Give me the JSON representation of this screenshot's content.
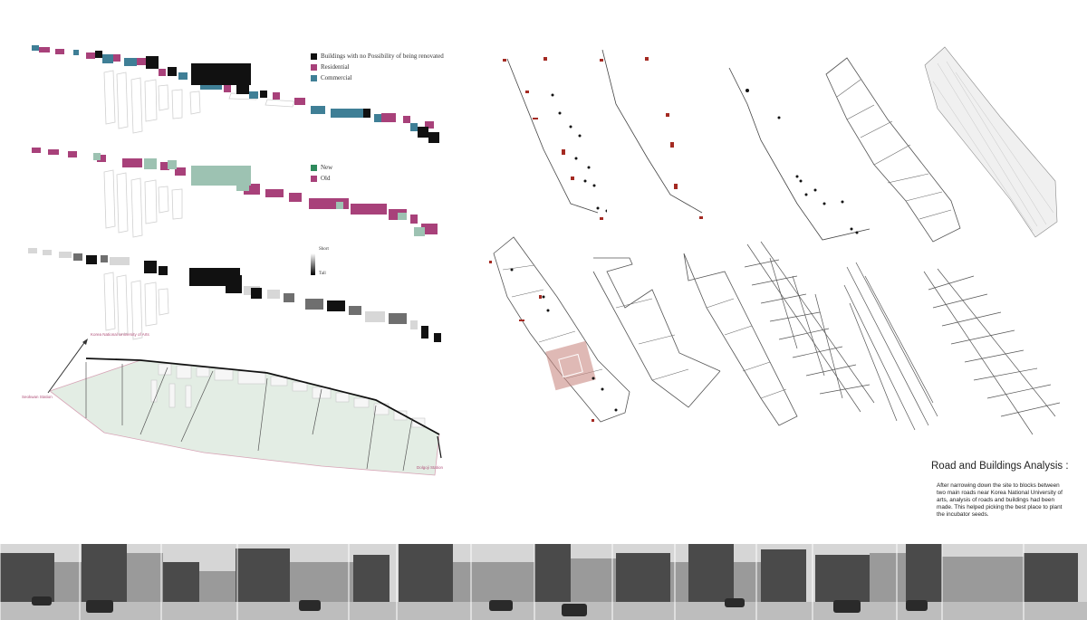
{
  "legend_type": {
    "items": [
      {
        "label": "Buildings with no  Possibility of being renovated",
        "color": "#111111"
      },
      {
        "label": "Residential",
        "color": "#a8417a"
      },
      {
        "label": "Commercial",
        "color": "#3f7f96"
      }
    ]
  },
  "legend_age": {
    "items": [
      {
        "label": "New",
        "color": "#2e8a5c"
      },
      {
        "label": "Old",
        "color": "#a8417a"
      }
    ]
  },
  "legend_height": {
    "top": "Short",
    "bottom": "Tall"
  },
  "site_labels": {
    "university": "Korea National University of Arts",
    "station_left": "Seokwan Station",
    "station_right": "Dolgoji Station"
  },
  "analysis": {
    "title": "Road and Buildings Analysis :",
    "body": "After narrowing down the site to blocks between two main roads near Korea National University of arts, analysis of roads and buildings had been made. This helped picking the best place to plant the incubator seeds."
  },
  "colors": {
    "black": "#111111",
    "residential": "#a8417a",
    "commercial": "#3f7f96",
    "new": "#2e8a5c",
    "site_fill": "#e3ede4",
    "red_marker": "#a42a22",
    "highlight": "#c98a84"
  }
}
